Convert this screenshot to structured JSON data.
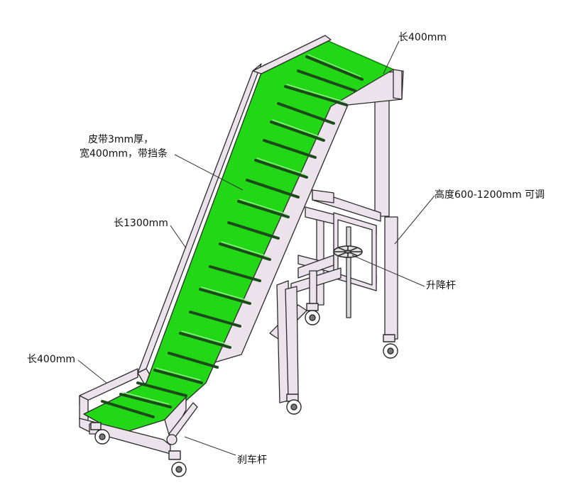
{
  "labels": {
    "top_length": "长400mm",
    "belt_spec_line1": "皮带3mm厚，",
    "belt_spec_line2": "宽400mm，带挡条",
    "incline_length": "长1300mm",
    "height_adjust": "高度600-1200mm 可调",
    "lift_rod": "升降杆",
    "bottom_length": "长400mm",
    "brake_lever": "刹车杆"
  },
  "colors": {
    "belt": "#22d816",
    "belt_dark": "#10860a",
    "frame": "#ece2ec",
    "outline": "#2a2a2a",
    "background": "#ffffff"
  }
}
